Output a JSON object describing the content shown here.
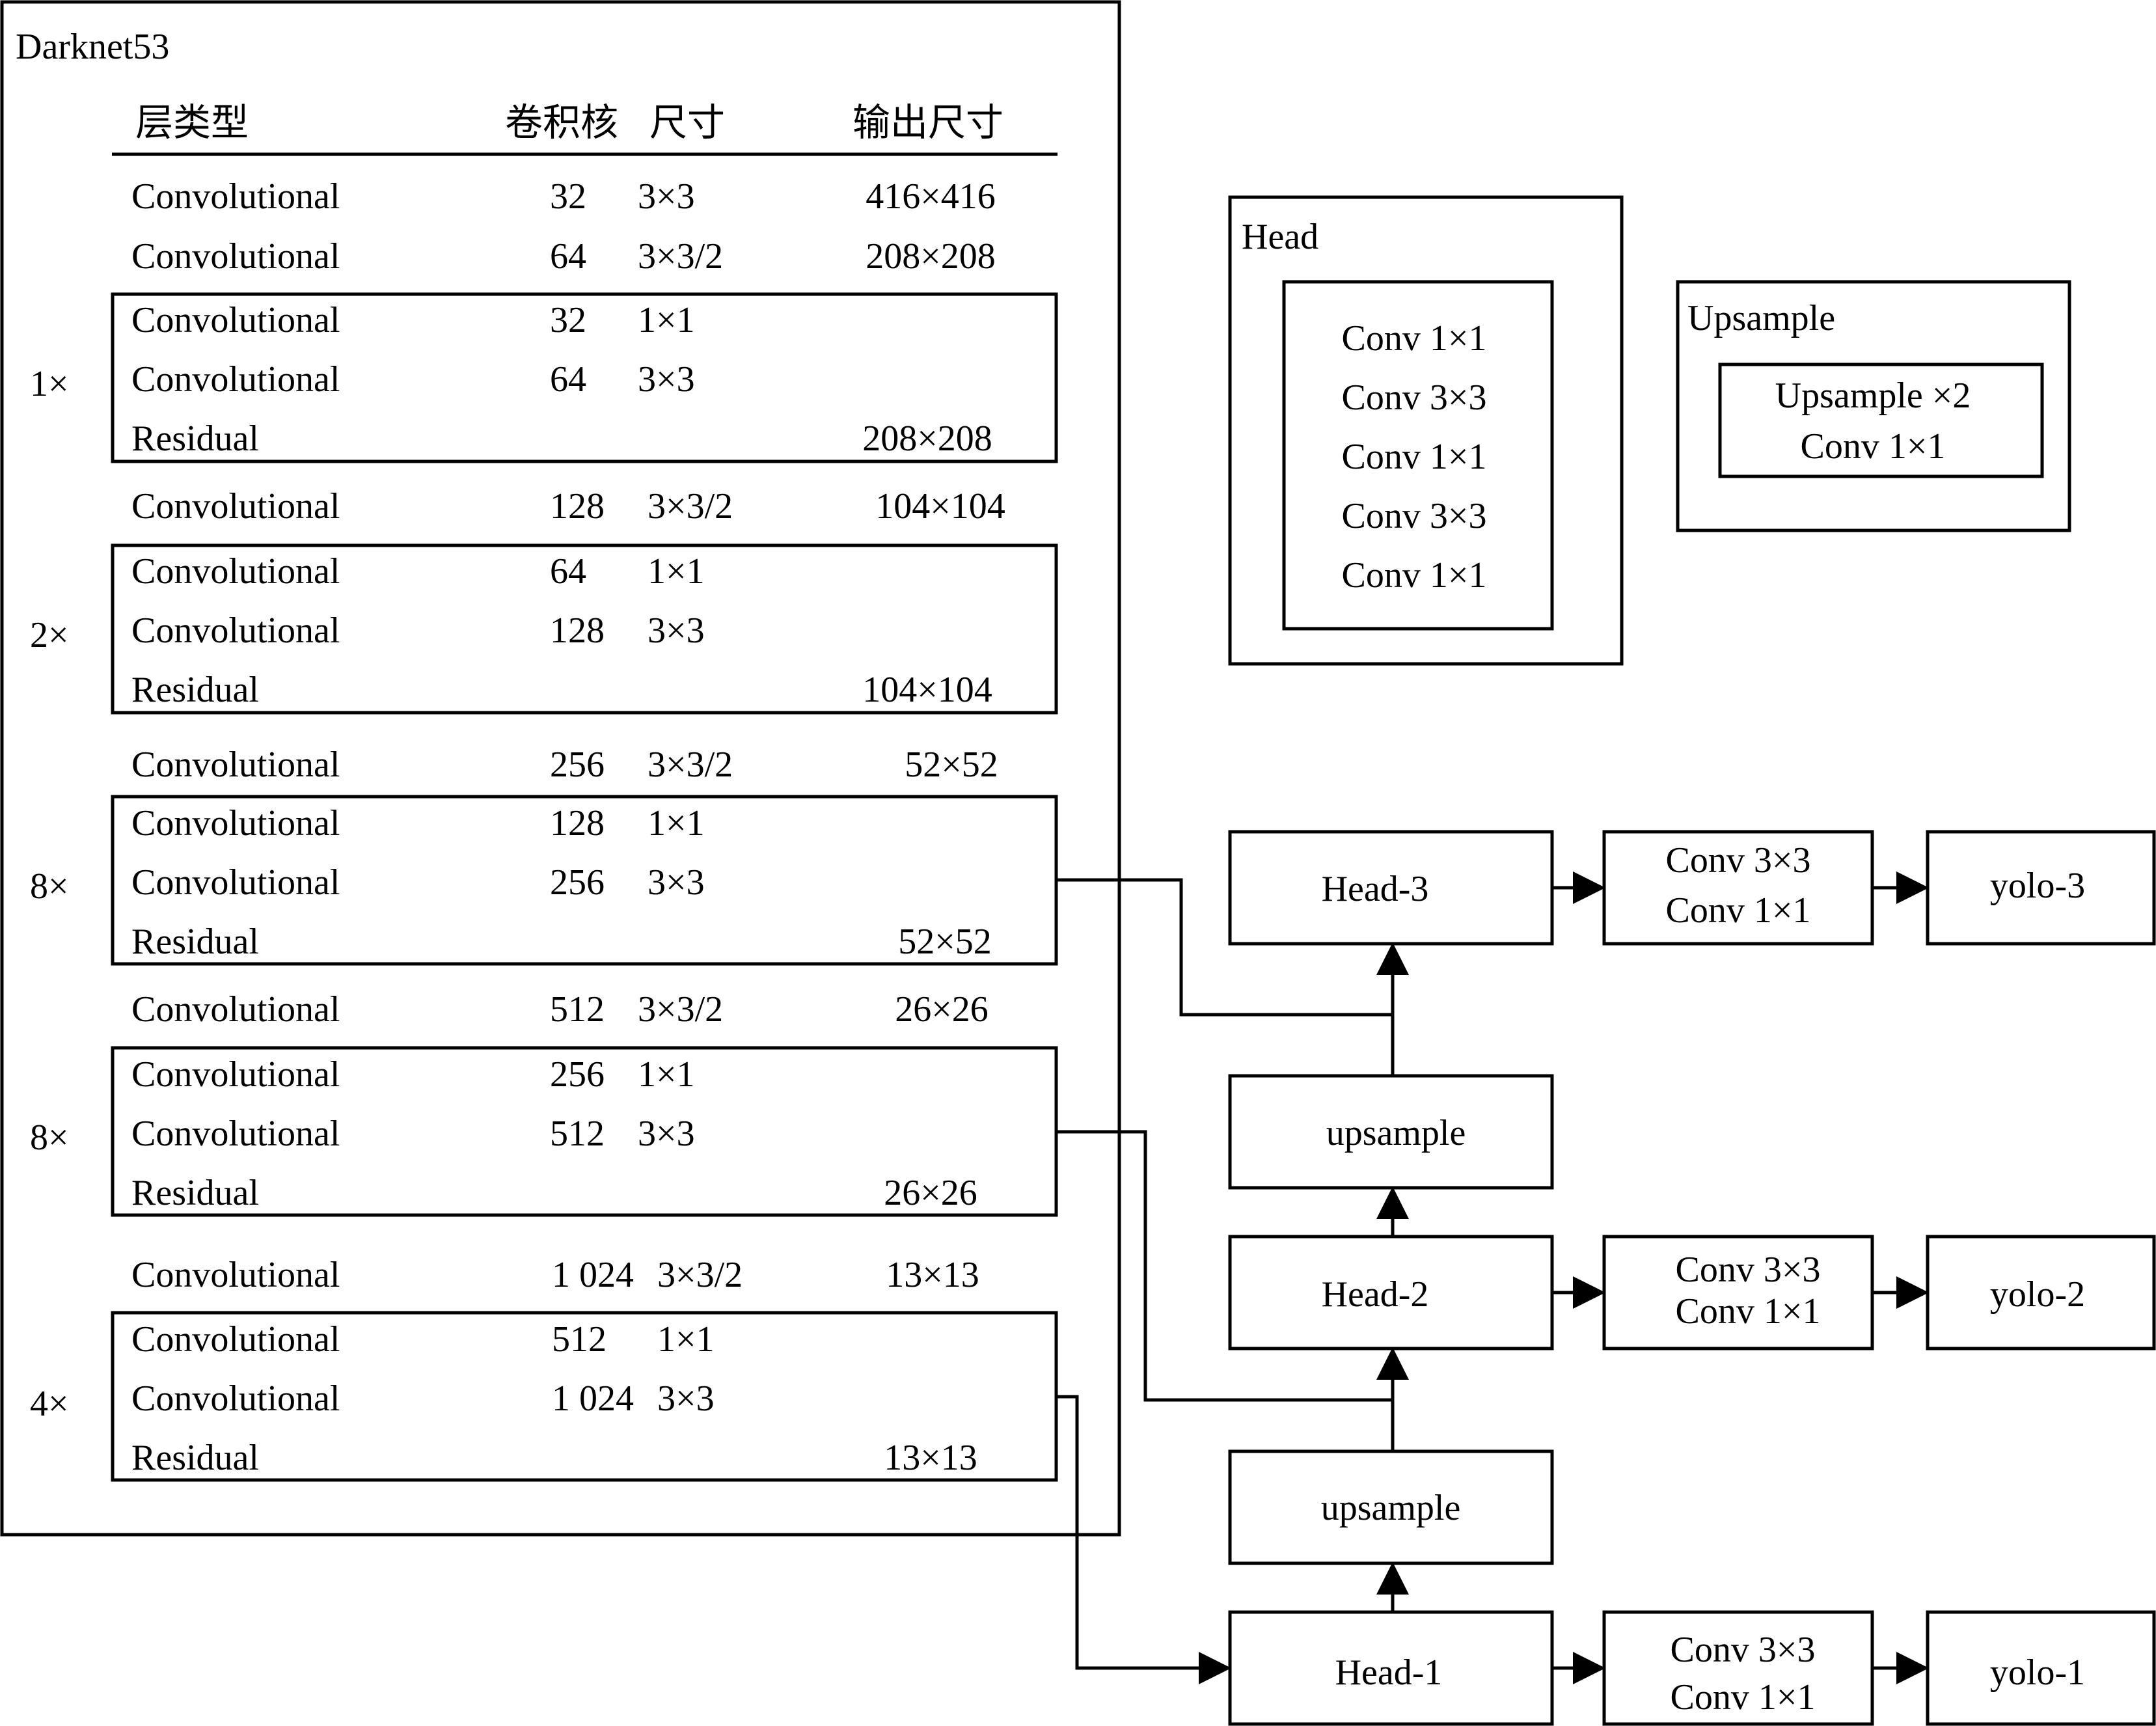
{
  "darknet": {
    "title": "Darknet53",
    "headers": {
      "layer_type": "层类型",
      "kernels": "卷积核",
      "size": "尺寸",
      "output": "输出尺寸"
    },
    "rows": [
      {
        "type": "Convolutional",
        "filters": "32",
        "size": "3×3",
        "output": "416×416"
      },
      {
        "type": "Convolutional",
        "filters": "64",
        "size": "3×3/2",
        "output": "208×208"
      },
      {
        "type": "Convolutional",
        "filters": "32",
        "size": "1×1",
        "output": ""
      },
      {
        "type": "Convolutional",
        "filters": "64",
        "size": "3×3",
        "output": ""
      },
      {
        "type": "Residual",
        "filters": "",
        "size": "",
        "output": "208×208"
      },
      {
        "type": "Convolutional",
        "filters": "128",
        "size": "3×3/2",
        "output": "104×104"
      },
      {
        "type": "Convolutional",
        "filters": "64",
        "size": "1×1",
        "output": ""
      },
      {
        "type": "Convolutional",
        "filters": "128",
        "size": "3×3",
        "output": ""
      },
      {
        "type": "Residual",
        "filters": "",
        "size": "",
        "output": "104×104"
      },
      {
        "type": "Convolutional",
        "filters": "256",
        "size": "3×3/2",
        "output": "52×52"
      },
      {
        "type": "Convolutional",
        "filters": "128",
        "size": "1×1",
        "output": ""
      },
      {
        "type": "Convolutional",
        "filters": "256",
        "size": "3×3",
        "output": ""
      },
      {
        "type": "Residual",
        "filters": "",
        "size": "",
        "output": "52×52"
      },
      {
        "type": "Convolutional",
        "filters": "512",
        "size": "3×3/2",
        "output": "26×26"
      },
      {
        "type": "Convolutional",
        "filters": "256",
        "size": "1×1",
        "output": ""
      },
      {
        "type": "Convolutional",
        "filters": "512",
        "size": "3×3",
        "output": ""
      },
      {
        "type": "Residual",
        "filters": "",
        "size": "",
        "output": "26×26"
      },
      {
        "type": "Convolutional",
        "filters": "1 024",
        "size": "3×3/2",
        "output": "13×13"
      },
      {
        "type": "Convolutional",
        "filters": "512",
        "size": "1×1",
        "output": ""
      },
      {
        "type": "Convolutional",
        "filters": "1 024",
        "size": "3×3",
        "output": ""
      },
      {
        "type": "Residual",
        "filters": "",
        "size": "",
        "output": "13×13"
      }
    ],
    "repeat_labels": [
      "1×",
      "2×",
      "8×",
      "8×",
      "4×"
    ]
  },
  "head_legend": {
    "title": "Head",
    "layers": [
      "Conv 1×1",
      "Conv 3×3",
      "Conv 1×1",
      "Conv 3×3",
      "Conv 1×1"
    ]
  },
  "upsample_legend": {
    "title": "Upsample",
    "layers": [
      "Upsample ×2",
      "Conv 1×1"
    ]
  },
  "pipeline": {
    "head3": "Head-3",
    "head2": "Head-2",
    "head1": "Head-1",
    "upsample_top": "upsample",
    "upsample_bottom": "upsample",
    "conv_block_3": [
      "Conv 3×3",
      "Conv 1×1"
    ],
    "conv_block_2": [
      "Conv 3×3",
      "Conv 1×1"
    ],
    "conv_block_1": [
      "Conv 3×3",
      "Conv 1×1"
    ],
    "yolo3": "yolo-3",
    "yolo2": "yolo-2",
    "yolo1": "yolo-1"
  }
}
